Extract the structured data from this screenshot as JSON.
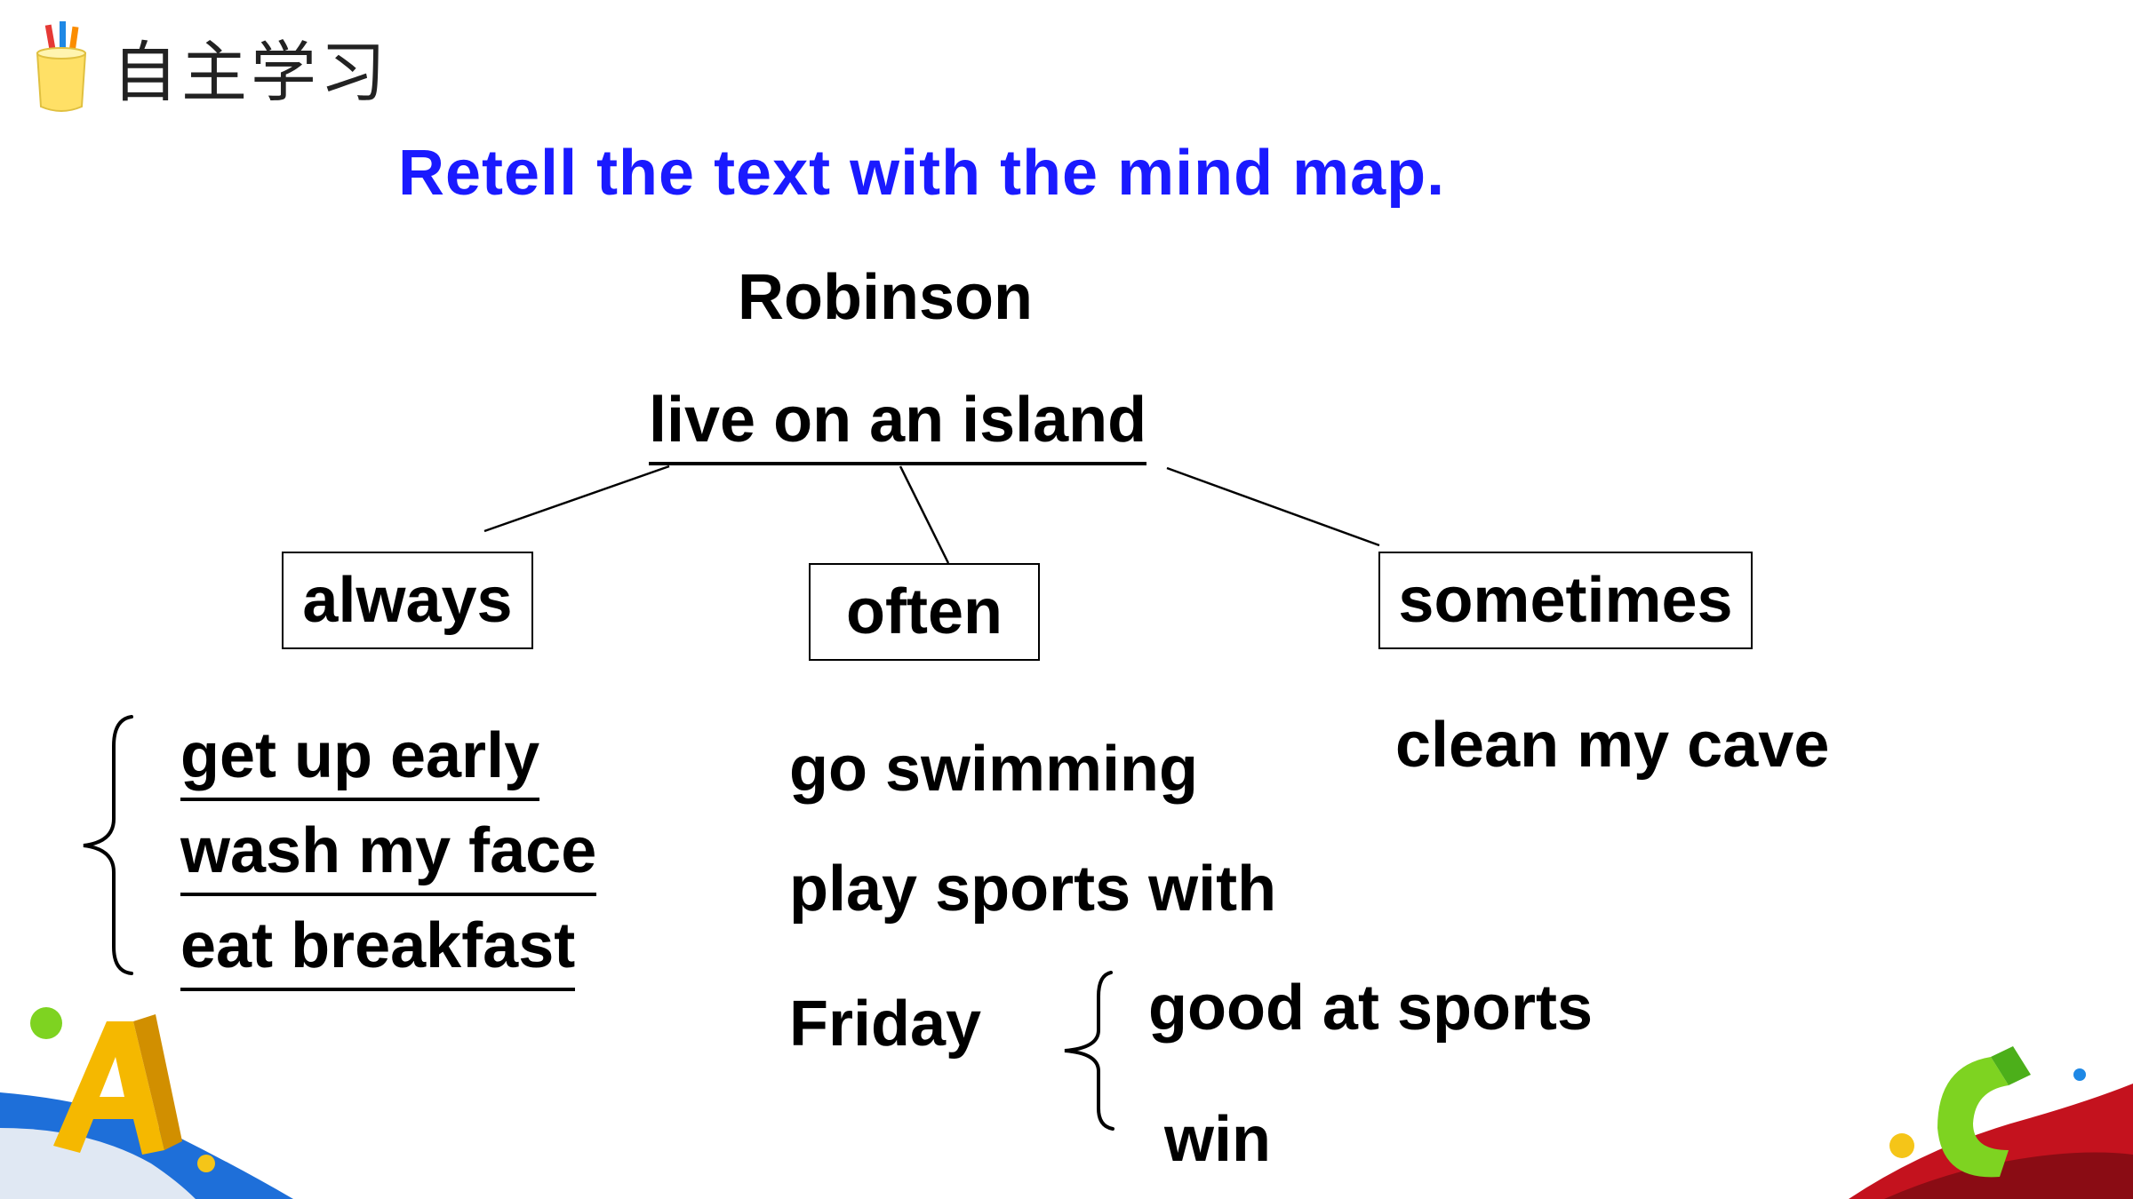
{
  "header": {
    "title": "自主学习",
    "icon": "pencil-cup-icon"
  },
  "heading": "Retell the text with the mind map.",
  "colors": {
    "heading": "#1a1aff",
    "text": "#000000"
  },
  "mind_map": {
    "name": "Robinson",
    "root": "live on an island",
    "branches": [
      {
        "label": "always",
        "items": [
          "get up early",
          "wash my face",
          "eat breakfast"
        ]
      },
      {
        "label": "often",
        "items": [
          "go swimming",
          "play sports with",
          "Friday"
        ],
        "sub_items": [
          "good at sports",
          "win"
        ]
      },
      {
        "label": "sometimes",
        "items": [
          "clean my cave"
        ]
      }
    ]
  },
  "decorations": {
    "bottom_left": "letter-a-icon",
    "bottom_right": "letter-c-icon"
  }
}
